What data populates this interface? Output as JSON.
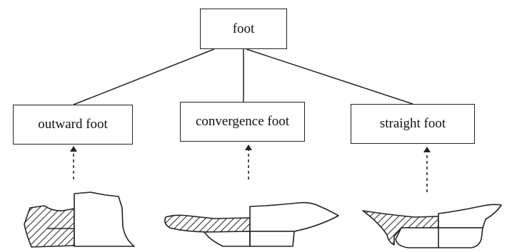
{
  "diagram": {
    "root": {
      "label": "foot"
    },
    "children": [
      {
        "key": "outward",
        "label": "outward foot"
      },
      {
        "key": "convergence",
        "label": "convergence foot"
      },
      {
        "key": "straight",
        "label": "straight foot"
      }
    ]
  },
  "colors": {
    "line": "#222222",
    "hatch": "#333333",
    "box_fill": "#ffffff"
  }
}
